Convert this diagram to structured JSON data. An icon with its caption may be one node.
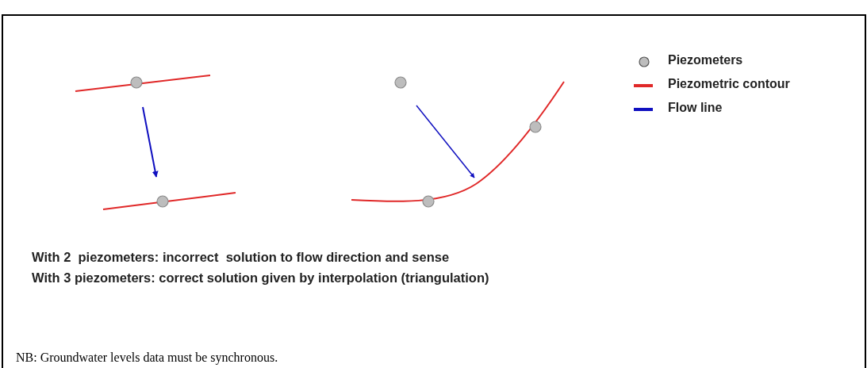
{
  "diagram": {
    "labels": [
      "With 2  piezometers: incorrect  solution to flow direction and sense",
      "With 3 piezometers: correct solution given by interpolation (triangulation)",
      "NB: Groundwater levels data must be synchronous."
    ],
    "legend": [
      {
        "text": "Piezometers"
      },
      {
        "text": "Piezometric contour",
        "color": "#e02828"
      },
      {
        "text": "Flow line",
        "color": "#1010c0"
      }
    ]
  }
}
